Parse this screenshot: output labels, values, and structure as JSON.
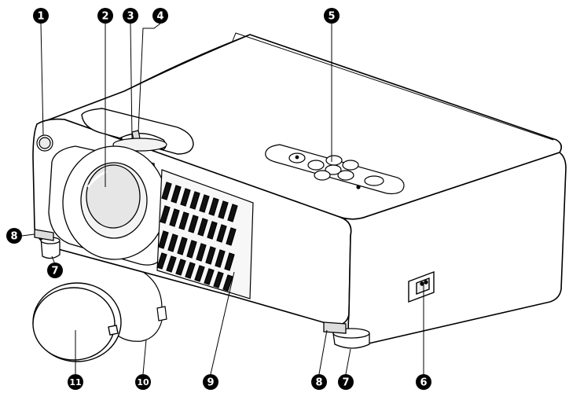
{
  "callouts": [
    {
      "id": "power-indicator",
      "number": "1"
    },
    {
      "id": "lens",
      "number": "2"
    },
    {
      "id": "focus-ring",
      "number": "3"
    },
    {
      "id": "zoom-lever",
      "number": "4"
    },
    {
      "id": "control-panel",
      "number": "5"
    },
    {
      "id": "power-socket",
      "number": "6"
    },
    {
      "id": "foot-left",
      "number": "7"
    },
    {
      "id": "foot-right",
      "number": "7"
    },
    {
      "id": "foot-release-left",
      "number": "8"
    },
    {
      "id": "foot-release-right",
      "number": "8"
    },
    {
      "id": "vent",
      "number": "9"
    },
    {
      "id": "lens-cap-strap",
      "number": "10"
    },
    {
      "id": "lens-cap",
      "number": "11"
    }
  ]
}
